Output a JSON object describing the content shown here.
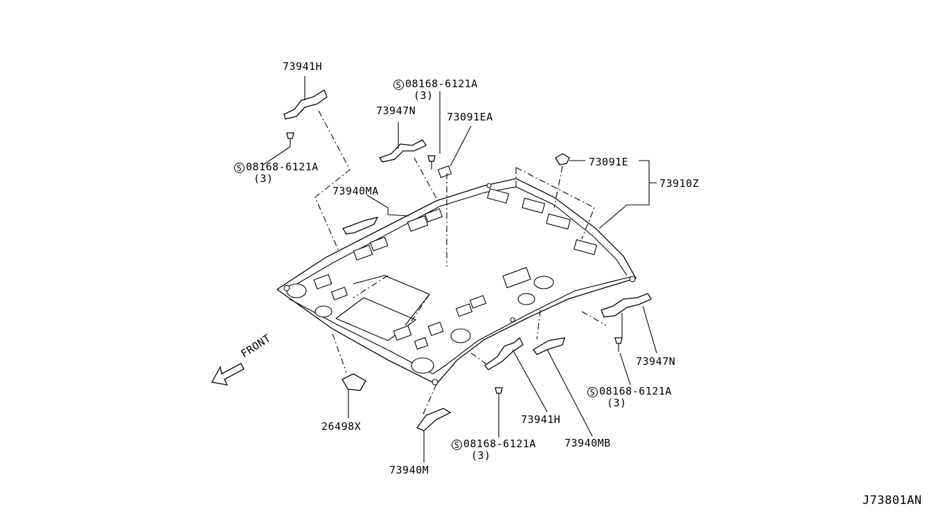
{
  "diagram": {
    "front_label": "FRONT",
    "diagram_id": "J73801AN",
    "part_labels": {
      "p_73941H_top": "73941H",
      "p_73941H_bottom": "73941H",
      "p_73947N_top": "73947N",
      "p_73947N_right": "73947N",
      "p_73091EA": "73091EA",
      "p_73091E": "73091E",
      "p_73910Z": "73910Z",
      "p_73940MA": "73940MA",
      "p_73940MB": "73940MB",
      "p_73940M": "73940M",
      "p_26498X": "26498X"
    },
    "screw_labels": {
      "s1_part": "08168-6121A",
      "s1_qty": "(3)",
      "s2_part": "08168-6121A",
      "s2_qty": "(3)",
      "s3_part": "08168-6121A",
      "s3_qty": "(3)",
      "s4_part": "08168-6121A",
      "s4_qty": "(3)"
    },
    "screw_symbol": "S"
  }
}
